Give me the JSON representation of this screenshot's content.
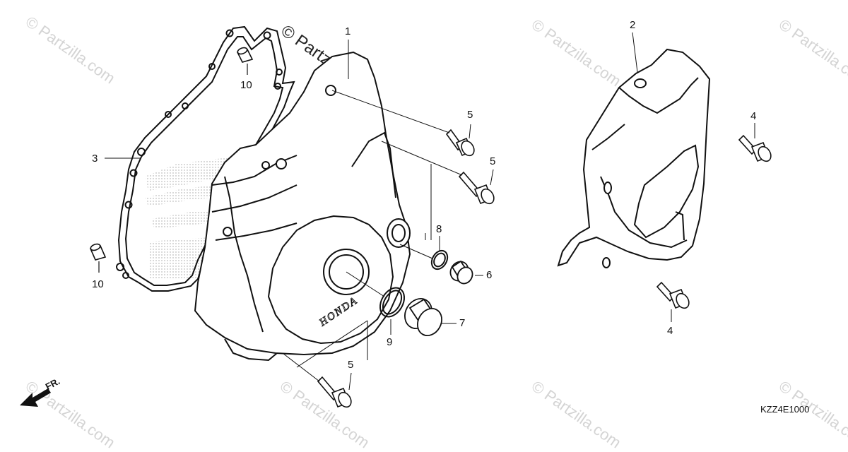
{
  "watermark": {
    "text": "© Partzilla.com"
  },
  "callouts": {
    "c1": "1",
    "c2": "2",
    "c3": "3",
    "c4a": "4",
    "c4b": "4",
    "c5a": "5",
    "c5b": "5",
    "c5c": "5",
    "c6": "6",
    "c7": "7",
    "c8": "8",
    "c9": "9",
    "c10a": "10",
    "c10b": "10"
  },
  "direction_label": "FR.",
  "diagram_code": "KZZ4E1000",
  "cover_brand_text": "HONDA"
}
